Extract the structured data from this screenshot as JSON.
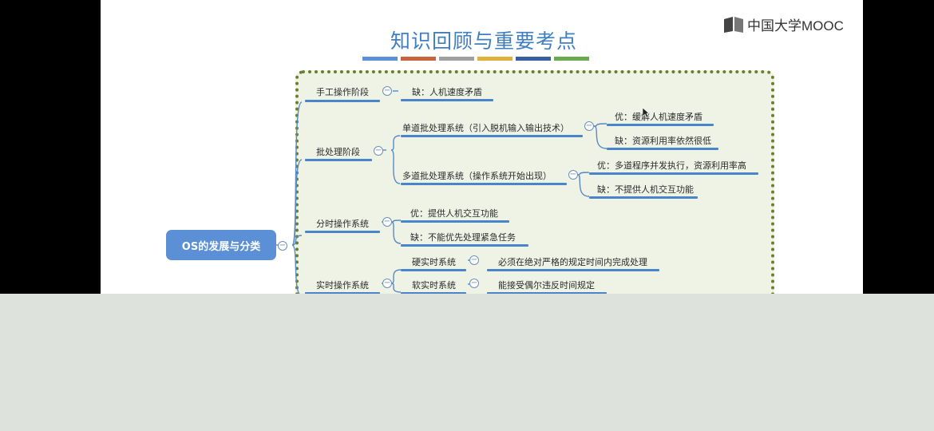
{
  "slide": {
    "title": "知识回顾与重要考点",
    "brand_text": "中国大学MOOC",
    "color_bar": [
      "#5b8fd6",
      "#c8643c",
      "#a0a0a0",
      "#e0b23c",
      "#3a5fa0",
      "#6aaa4e"
    ]
  },
  "mindmap": {
    "root": "OS的发展与分类",
    "branches": {
      "manual": {
        "label": "手工操作阶段",
        "items": [
          "缺：人机速度矛盾"
        ]
      },
      "batch": {
        "label": "批处理阶段",
        "single": {
          "label": "单道批处理系统（引入脱机输入输出技术）",
          "items": [
            "优：缓解人机速度矛盾",
            "缺：资源利用率依然很低"
          ]
        },
        "multi": {
          "label": "多道批处理系统（操作系统开始出现）",
          "items": [
            "优：多道程序并发执行，资源利用率高",
            "缺：不提供人机交互功能"
          ]
        }
      },
      "timesharing": {
        "label": "分时操作系统",
        "items": [
          "优：提供人机交互功能",
          "缺：不能优先处理紧急任务"
        ]
      },
      "realtime": {
        "label": "实时操作系统",
        "hard": {
          "label": "硬实时系统",
          "desc": "必须在绝对严格的规定时间内完成处理"
        },
        "soft": {
          "label": "软实时系统",
          "desc": "能接受偶尔违反时间规定"
        }
      }
    }
  },
  "colors": {
    "accent": "#3f7fc0",
    "node_line": "#4a84c9",
    "root_fill": "#5b8fd6",
    "frame_dots": "#6b7f2a",
    "frame_fill": "#eef3e6"
  }
}
